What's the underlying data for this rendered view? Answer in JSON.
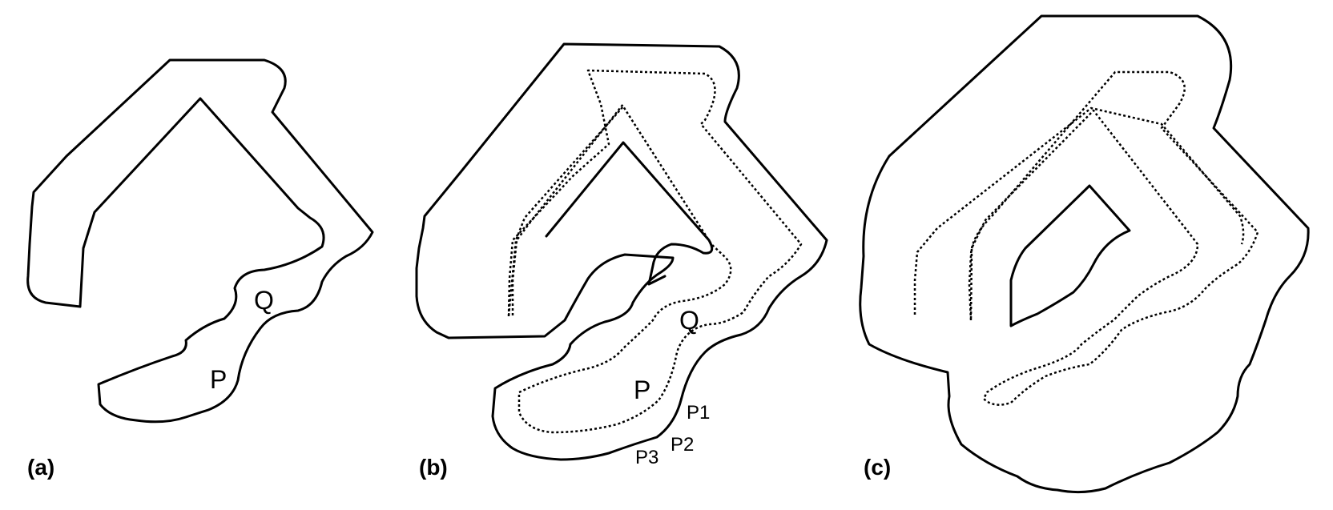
{
  "panels": [
    {
      "label": "(a)",
      "points": {
        "p": "P",
        "q": "Q"
      }
    },
    {
      "label": "(b)",
      "points": {
        "p": "P",
        "q": "Q",
        "p1": "P1",
        "p2": "P2",
        "p3": "P3"
      }
    },
    {
      "label": "(c)"
    }
  ],
  "colors": {
    "stroke": "#000000",
    "background": "#ffffff"
  }
}
